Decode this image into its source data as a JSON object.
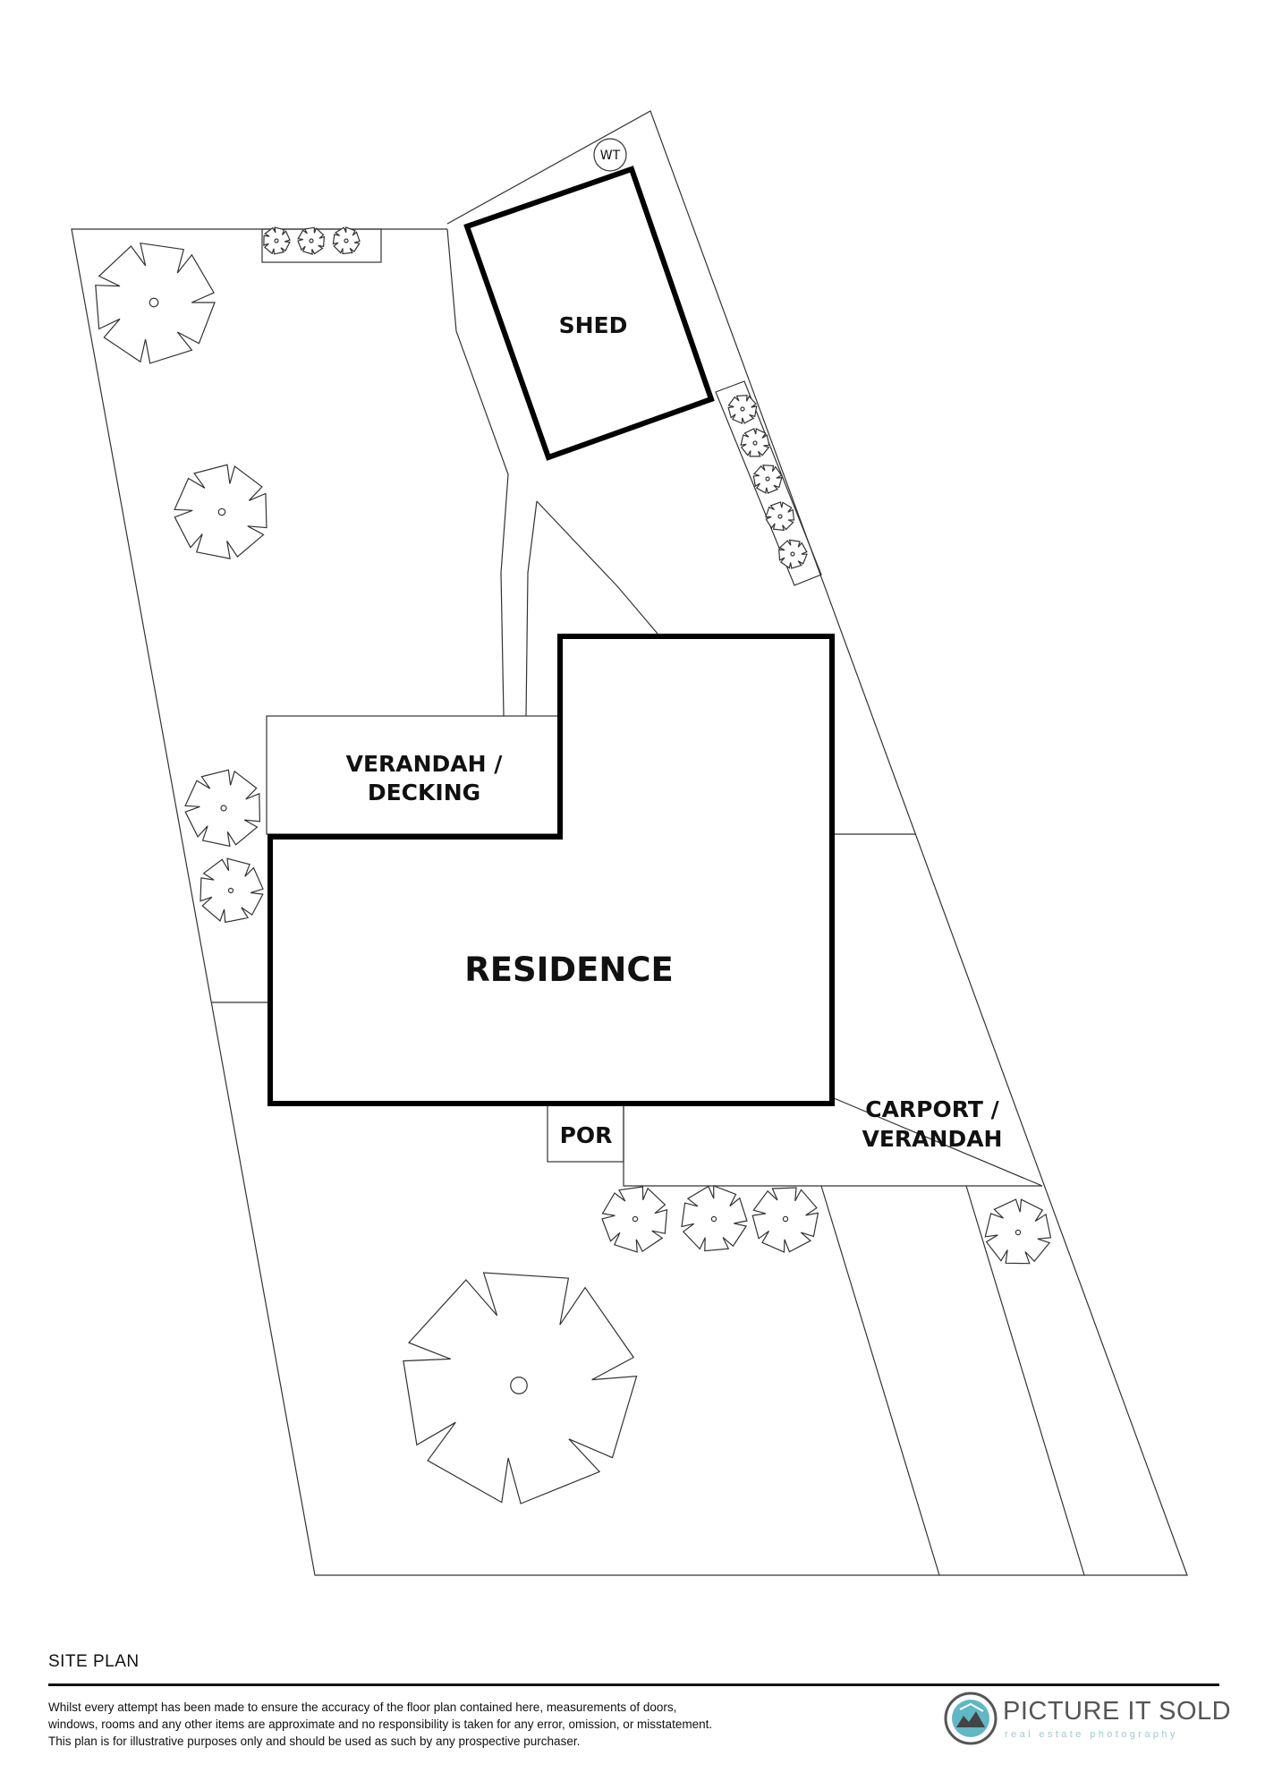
{
  "plan": {
    "labels": {
      "shed": "SHED",
      "verandah_decking_line1": "VERANDAH /",
      "verandah_decking_line2": "DECKING",
      "residence": "RESIDENCE",
      "porch": "POR",
      "carport_line1": "CARPORT /",
      "carport_line2": "VERANDAH",
      "water_tank": "WT"
    },
    "tree_icon": "tree-canopy-icon",
    "outline_color": "#000000"
  },
  "footer": {
    "title": "SITE PLAN",
    "disclaimer": [
      "Whilst every attempt has been made to ensure the accuracy of the floor plan contained here, measurements of doors,",
      "windows, rooms and any other items are approximate and no responsibility is taken for any error, omission, or misstatement.",
      "This plan is for illustrative purposes only and should be used as such by any prospective purchaser."
    ]
  },
  "brand": {
    "name": "PICTURE IT SOLD",
    "tagline": "real estate photography",
    "accent_color": "#5fb8c6",
    "logo_icon": "camera-lens-logo-icon"
  }
}
